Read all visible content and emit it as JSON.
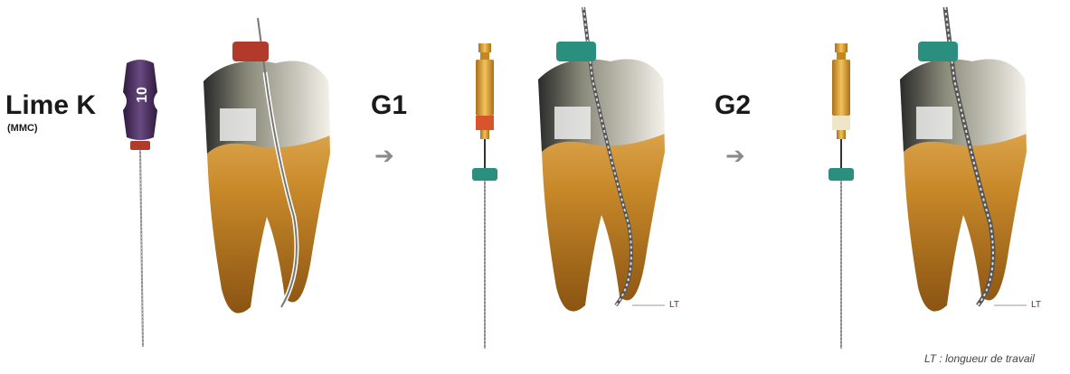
{
  "steps": {
    "step1": {
      "title": "Lime K",
      "subtitle": "(MMC)",
      "handle_number": "10",
      "handle_color": "#4a2a5e",
      "stop_color": "#b23a2a"
    },
    "step2": {
      "title": "G1",
      "arrow": "➔",
      "lt": "LT",
      "band_color": "#d9532b",
      "stop_color": "#2a8f7f"
    },
    "step3": {
      "title": "G2",
      "arrow": "➔",
      "lt": "LT",
      "band_color": "#efe6c8",
      "stop_color": "#2a8f7f"
    }
  },
  "legend": "LT : longueur de travail",
  "colors": {
    "tooth_root": "#c98a2a",
    "tooth_crown": "#e8e4dc",
    "lt_accent": "#8b1a2b"
  }
}
